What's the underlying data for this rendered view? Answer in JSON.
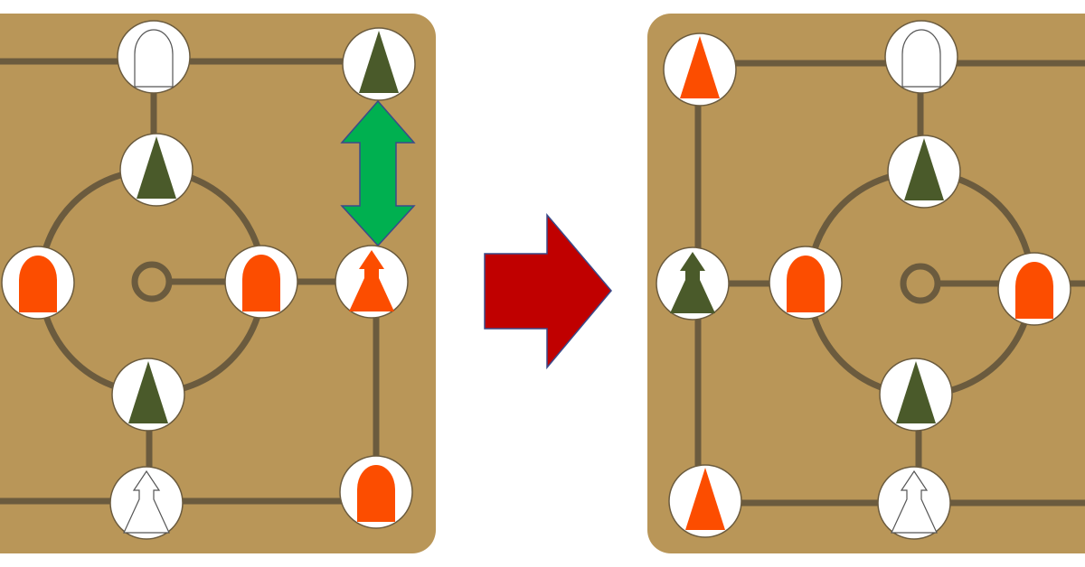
{
  "colors": {
    "board": "#b99658",
    "line": "#6b5b3e",
    "node_fill": "#ffffff",
    "node_stroke": "#6b5b3e",
    "orange": "#fc4d00",
    "green": "#4a5a2a",
    "white_piece": "#ffffff",
    "swap_arrow": "#00b050",
    "swap_arrow_stroke": "#3a4a8a",
    "transition_arrow": "#c00000",
    "transition_arrow_stroke": "#3a4a8a"
  },
  "piece_types": [
    "arch",
    "triangle",
    "pawn"
  ],
  "before_board": {
    "name": "before-state",
    "pieces": [
      {
        "name": "top-center",
        "type": "arch",
        "color": "white"
      },
      {
        "name": "top-right",
        "type": "triangle",
        "color": "green"
      },
      {
        "name": "circle-top",
        "type": "triangle",
        "color": "green"
      },
      {
        "name": "circle-left",
        "type": "arch",
        "color": "orange"
      },
      {
        "name": "circle-right",
        "type": "arch",
        "color": "orange"
      },
      {
        "name": "circle-bottom",
        "type": "triangle",
        "color": "green"
      },
      {
        "name": "right-middle",
        "type": "pawn",
        "color": "orange"
      },
      {
        "name": "bottom-center",
        "type": "pawn",
        "color": "white"
      },
      {
        "name": "bottom-right",
        "type": "arch",
        "color": "orange"
      }
    ],
    "move_indicator": "swap-arrow-icon"
  },
  "after_board": {
    "name": "after-state",
    "pieces": [
      {
        "name": "top-left",
        "type": "triangle",
        "color": "orange"
      },
      {
        "name": "top-center",
        "type": "arch",
        "color": "white"
      },
      {
        "name": "circle-top",
        "type": "triangle",
        "color": "green"
      },
      {
        "name": "left-middle",
        "type": "pawn",
        "color": "green"
      },
      {
        "name": "circle-left",
        "type": "arch",
        "color": "orange"
      },
      {
        "name": "circle-right",
        "type": "arch",
        "color": "orange"
      },
      {
        "name": "circle-bottom",
        "type": "triangle",
        "color": "green"
      },
      {
        "name": "bottom-left",
        "type": "triangle",
        "color": "orange"
      },
      {
        "name": "bottom-center",
        "type": "pawn",
        "color": "white"
      }
    ]
  },
  "transition": "right-arrow-icon"
}
